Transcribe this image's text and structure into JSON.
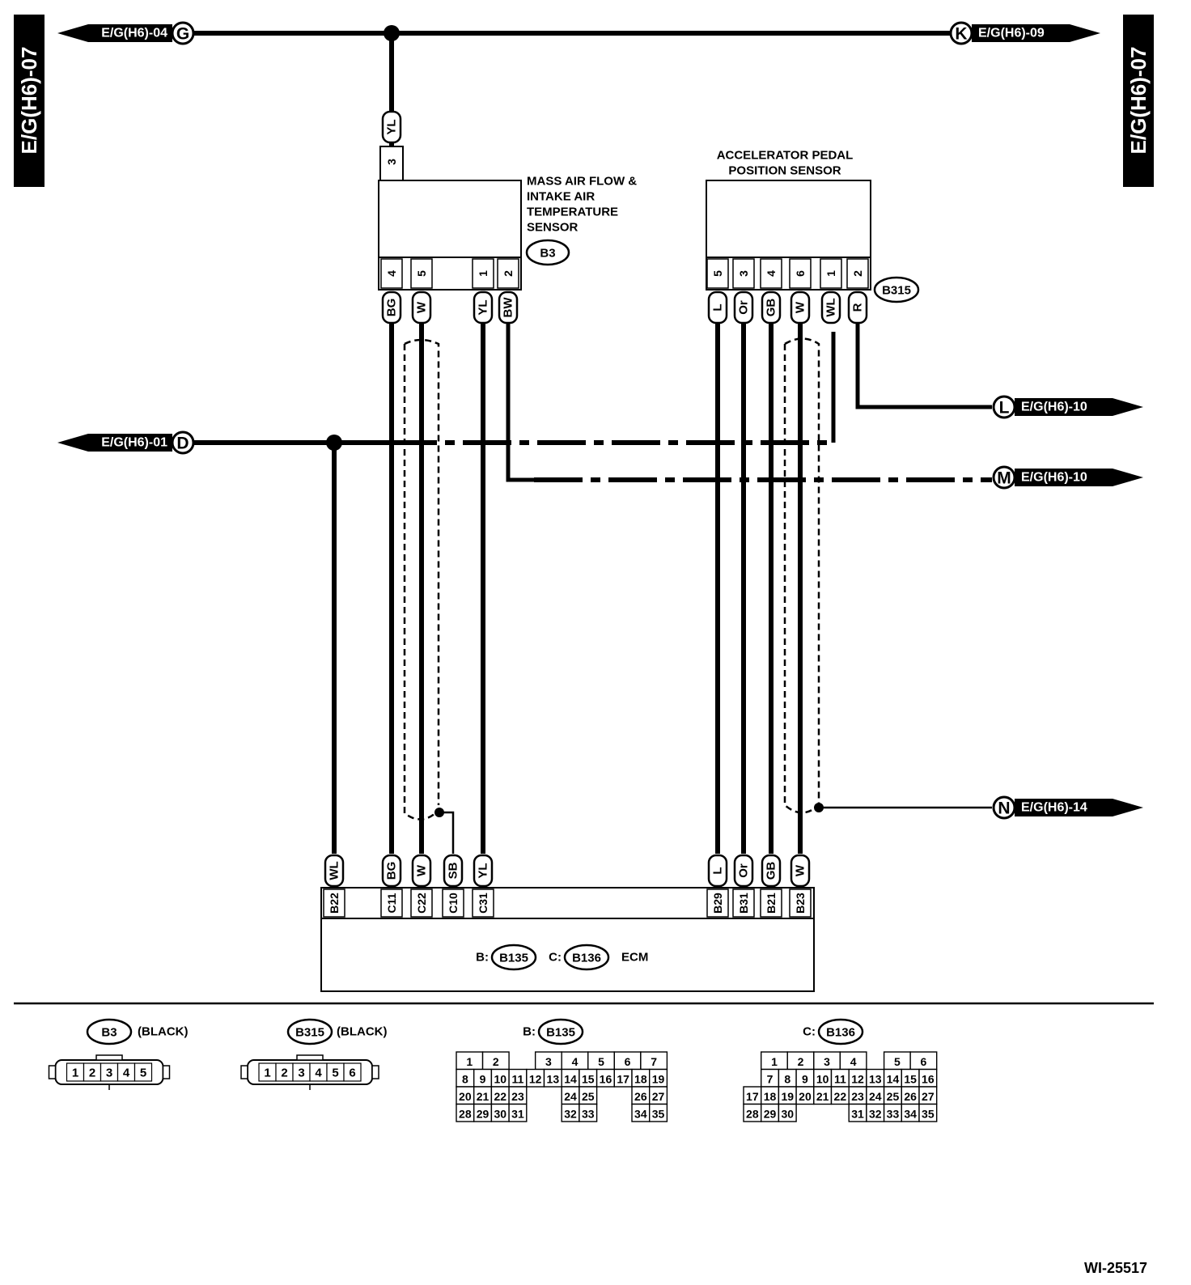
{
  "side_tabs": {
    "left": "E/G(H6)-07",
    "right": "E/G(H6)-07"
  },
  "refs": {
    "G": {
      "letter": "G",
      "page": "E/G(H6)-04"
    },
    "K": {
      "letter": "K",
      "page": "E/G(H6)-09"
    },
    "D": {
      "letter": "D",
      "page": "E/G(H6)-01"
    },
    "L": {
      "letter": "L",
      "page": "E/G(H6)-10"
    },
    "M": {
      "letter": "M",
      "page": "E/G(H6)-10"
    },
    "N": {
      "letter": "N",
      "page": "E/G(H6)-14"
    }
  },
  "maf": {
    "name_lines": [
      "MASS AIR FLOW &",
      "INTAKE AIR",
      "TEMPERATURE",
      "SENSOR"
    ],
    "connector": "B3",
    "top_pin": "3",
    "top_wire": "YL",
    "pins": [
      "4",
      "5",
      "1",
      "2"
    ],
    "wires": [
      "BG",
      "W",
      "YL",
      "BW"
    ]
  },
  "apps": {
    "name_lines": [
      "ACCELERATOR PEDAL",
      "POSITION SENSOR"
    ],
    "connector": "B315",
    "pins": [
      "5",
      "3",
      "4",
      "6",
      "1",
      "2"
    ],
    "wires": [
      "L",
      "Or",
      "GB",
      "W",
      "WL",
      "R"
    ]
  },
  "ecm": {
    "label": "ECM",
    "b_prefix": "B:",
    "b_connector": "B135",
    "c_prefix": "C:",
    "c_connector": "B136",
    "pins": [
      "B22",
      "C11",
      "C22",
      "C10",
      "C31",
      "B29",
      "B31",
      "B21",
      "B23"
    ],
    "wires": [
      "WL",
      "BG",
      "W",
      "SB",
      "YL",
      "L",
      "Or",
      "GB",
      "W"
    ]
  },
  "legend": {
    "b3": {
      "id": "B3",
      "color": "(BLACK)",
      "pins": [
        "1",
        "2",
        "3",
        "4",
        "5"
      ]
    },
    "b315": {
      "id": "B315",
      "color": "(BLACK)",
      "pins": [
        "1",
        "2",
        "3",
        "4",
        "5",
        "6"
      ]
    },
    "b135": {
      "prefix": "B:",
      "id": "B135",
      "rows": [
        [
          "1",
          "2",
          "",
          "",
          "3",
          "4",
          "5",
          "6",
          "7"
        ],
        [
          "8",
          "9",
          "10",
          "11",
          "12",
          "13",
          "14",
          "15",
          "16",
          "17",
          "18",
          "19"
        ],
        [
          "20",
          "21",
          "22",
          "23",
          "",
          "",
          "24",
          "25",
          "",
          "",
          "26",
          "27"
        ],
        [
          "28",
          "29",
          "30",
          "31",
          "",
          "",
          "32",
          "33",
          "",
          "",
          "34",
          "35"
        ]
      ]
    },
    "b136": {
      "prefix": "C:",
      "id": "B136",
      "rows": [
        [
          "",
          "1",
          "2",
          "3",
          "4",
          "",
          "5",
          "6"
        ],
        [
          "",
          "7",
          "8",
          "9",
          "10",
          "11",
          "12",
          "13",
          "14",
          "15",
          "16"
        ],
        [
          "17",
          "18",
          "19",
          "20",
          "21",
          "22",
          "23",
          "24",
          "25",
          "26",
          "27"
        ],
        [
          "28",
          "29",
          "30",
          "",
          "",
          "31",
          "32",
          "33",
          "34",
          "35"
        ]
      ]
    }
  },
  "figure_id": "WI-25517"
}
